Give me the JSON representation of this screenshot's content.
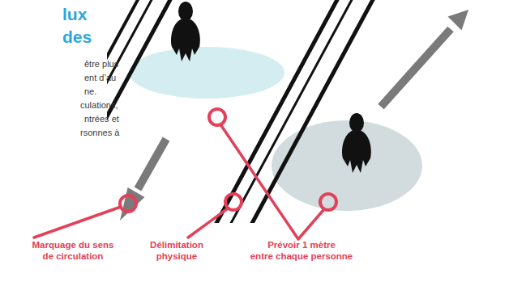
{
  "diagram": {
    "title": "lux des",
    "labels": [
      "être plus",
      "ent d’au",
      "ne.",
      "culations,",
      "ntrées et",
      "rsonnes à",
      "Marquage du sens",
      "de circulation",
      "Délimitation",
      "physique",
      "Prévoir 1 mètre",
      "entre chaque personne"
    ]
  }
}
